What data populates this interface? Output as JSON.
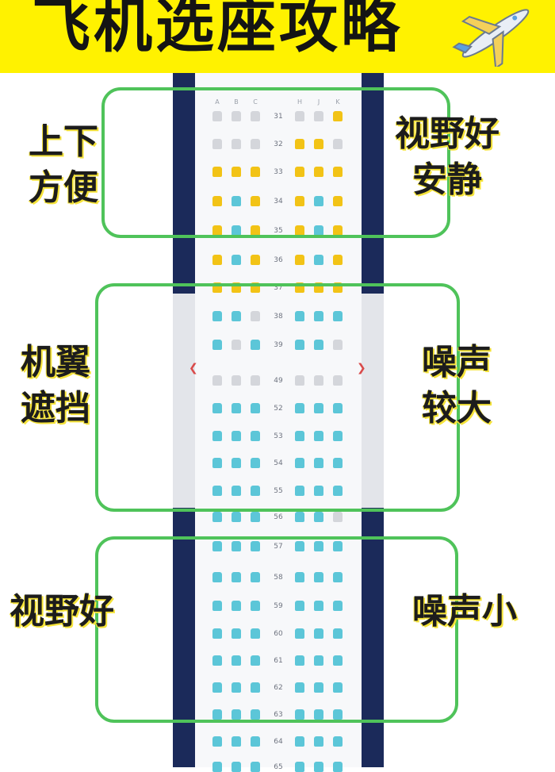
{
  "header": {
    "title": "飞机选座攻略",
    "bg_color": "#fff200",
    "icon": "airplane-icon"
  },
  "seatmap": {
    "left_columns": [
      "A",
      "B",
      "C"
    ],
    "right_columns": [
      "H",
      "J",
      "K"
    ],
    "seat_colors": {
      "available": "#5cc6d8",
      "occupied": "#d4d6db",
      "premium": "#f2c316"
    },
    "rows": [
      {
        "num": "31",
        "seats": "gggggy"
      },
      {
        "num": "32",
        "seats": "gggyyg"
      },
      {
        "num": "33",
        "seats": "yyyyyy"
      },
      {
        "num": "34",
        "seats": "ybyyby"
      },
      {
        "num": "35",
        "seats": "ybyyby"
      },
      {
        "num": "36",
        "seats": "ybyyby"
      },
      {
        "num": "37",
        "seats": "yyyyyy"
      },
      {
        "num": "38",
        "seats": "bbgbbb"
      },
      {
        "num": "39",
        "seats": "bgbbbg"
      },
      {
        "num": "49",
        "seats": "gggggg"
      },
      {
        "num": "52",
        "seats": "bbbbbb"
      },
      {
        "num": "53",
        "seats": "bbbbbb"
      },
      {
        "num": "54",
        "seats": "bbbbbb"
      },
      {
        "num": "55",
        "seats": "bbbbbb"
      },
      {
        "num": "56",
        "seats": "bbbbbg"
      },
      {
        "num": "57",
        "seats": "bbbbbb"
      },
      {
        "num": "58",
        "seats": "bbbbbb"
      },
      {
        "num": "59",
        "seats": "bbbbbb"
      },
      {
        "num": "60",
        "seats": "bbbbbb"
      },
      {
        "num": "61",
        "seats": "bbbbbb"
      },
      {
        "num": "62",
        "seats": "bbbbbb"
      },
      {
        "num": "63",
        "seats": "bbbbbb"
      },
      {
        "num": "64",
        "seats": "bbbbbb"
      },
      {
        "num": "65",
        "seats": "bbbbbb"
      }
    ]
  },
  "zones": [
    {
      "left_label": "上下\n方便",
      "right_label": "视野好\n安静"
    },
    {
      "left_label": "机翼\n遮挡",
      "right_label": "噪声\n较大"
    },
    {
      "left_label": "视野好",
      "right_label": "噪声小"
    }
  ],
  "accent_color": "#4fc35a"
}
